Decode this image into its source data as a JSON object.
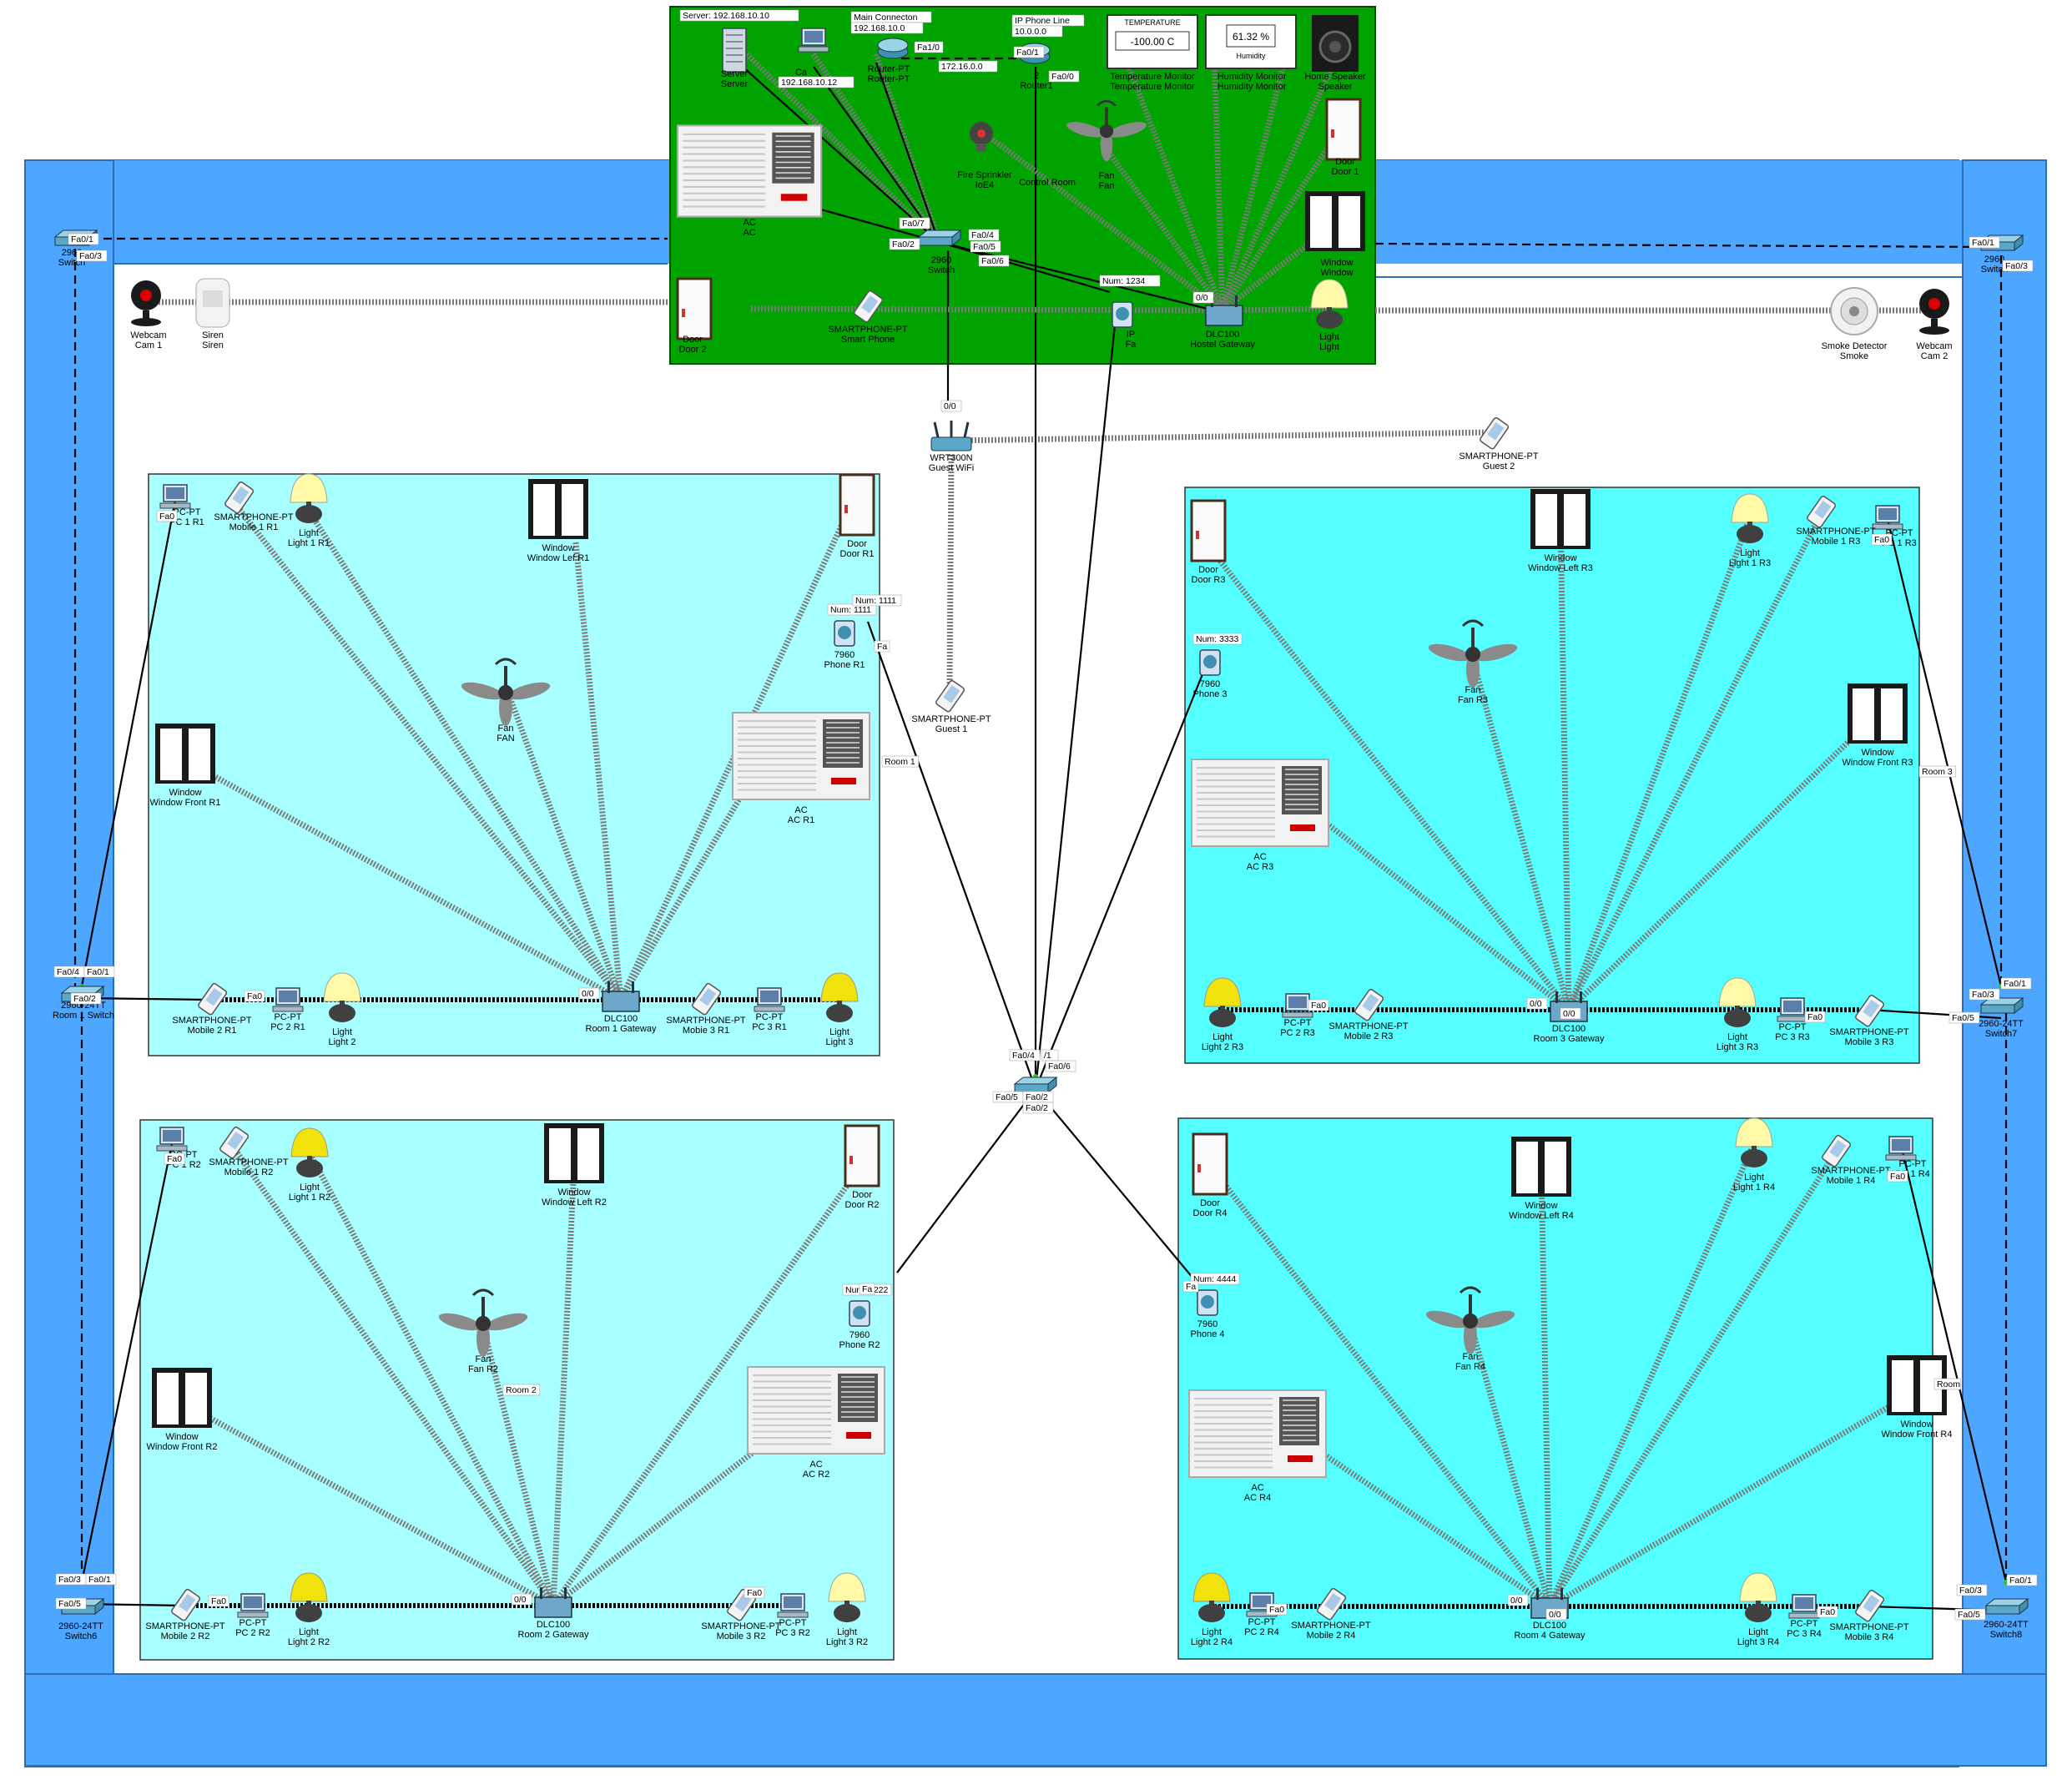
{
  "control_room": {
    "label": "Control Room",
    "server_note": "Server: 192.168.10.10",
    "main_conn_note": [
      "Main Connecton",
      "192.168.10.0"
    ],
    "ipphone_note": [
      "IP Phone Line",
      "10.0.0.0"
    ],
    "net_172": "172.16.0.0",
    "cam_ip": "192.168.10.12",
    "phone_num": "Num: 1234",
    "temperature": {
      "title": "TEMPERATURE",
      "value": "-100.00 C",
      "labels": [
        "Temperature Monitor",
        "Temperature Monitor"
      ]
    },
    "humidity": {
      "value": "61.32 %",
      "title": "Humidity",
      "labels": [
        "Humidity Monitor",
        "Humidity Monitor"
      ]
    },
    "speaker": [
      "Home Speaker",
      "Speaker"
    ],
    "server": [
      "Server",
      "Server"
    ],
    "camera_pc": [
      "Ca",
      "Ca"
    ],
    "router": [
      "Router-PT",
      "Router-PT"
    ],
    "router1": [
      "2",
      "Router1"
    ],
    "sprinkler": [
      "Fire Sprinkler",
      "IoE4"
    ],
    "fan": [
      "Fan",
      "Fan"
    ],
    "door": [
      "Door",
      "Door 1"
    ],
    "ac": [
      "AC",
      "AC"
    ],
    "window": [
      "Window",
      "Window"
    ],
    "switch": [
      "2960",
      "Switch"
    ],
    "gateway": [
      "DLC100",
      "Hostel Gateway"
    ],
    "phone": [
      "IP",
      "Fa"
    ],
    "smartphone": [
      "SMARTPHONE-PT",
      "Smart Phone"
    ],
    "door2": [
      "Door",
      "Door 2"
    ],
    "light": [
      "Light",
      "Light"
    ]
  },
  "ports": {
    "fa0": "Fa0",
    "fa01": "Fa0/1",
    "fa02": "Fa0/2",
    "fa03": "Fa0/3",
    "fa04": "Fa0/4",
    "fa05": "Fa0/5",
    "fa06": "Fa0/6",
    "fa07": "Fa0/7",
    "fa10": "Fa1/0",
    "fa00": "Fa0/0",
    "p00": "0/0",
    "fa": "Fa"
  },
  "outside": {
    "webcam1": [
      "Webcam",
      "Cam 1"
    ],
    "siren": [
      "Siren",
      "Siren"
    ],
    "smoke": [
      "Smoke Detector",
      "Smoke"
    ],
    "webcam2": [
      "Webcam",
      "Cam 2"
    ],
    "switch_l": [
      "2960",
      "Switch"
    ],
    "switch_r": [
      "2960",
      "Switch"
    ],
    "wifi": [
      "WRT300N",
      "Guest WiFi"
    ],
    "guest2": [
      "SMARTPHONE-PT",
      "Guest 2"
    ],
    "guest1": [
      "SMARTPHONE-PT",
      "Guest 1"
    ],
    "core_ports": [
      "Fa0/4",
      "/1",
      "Fa0/6",
      "Fa0/5",
      "Fa0/2",
      "Fa0/2"
    ]
  },
  "room1": {
    "tag": "Room 1",
    "pc1": [
      "PC-PT",
      "PC 1 R1"
    ],
    "mobile1": [
      "SMARTPHONE-PT",
      "Mobile 1 R1"
    ],
    "light1": [
      "Light",
      "Light 1 R1"
    ],
    "window_left": [
      "Window",
      "Window Lef R1"
    ],
    "door": [
      "Door",
      "Door R1"
    ],
    "phone": [
      "7960",
      "Phone R1"
    ],
    "phone_num": "Num: 1111",
    "fan": [
      "Fan",
      "FAN"
    ],
    "window_front": [
      "Window",
      "Window Front R1"
    ],
    "ac": [
      "AC",
      "AC R1"
    ],
    "mobile2": [
      "SMARTPHONE-PT",
      "Mobile 2 R1"
    ],
    "pc2": [
      "PC-PT",
      "PC 2 R1"
    ],
    "light2": [
      "Light",
      "Light 2"
    ],
    "gateway": [
      "DLC100",
      "Room 1 Gateway"
    ],
    "mobile3": [
      "SMARTPHONE-PT",
      "Mobie 3 R1"
    ],
    "pc3": [
      "PC-PT",
      "PC 3 R1"
    ],
    "light3": [
      "Light",
      "Light 3"
    ],
    "switch": [
      "2960-24TT",
      "Room 1 Switch"
    ]
  },
  "room2": {
    "tag": "Room 2",
    "pc1": [
      "PC-PT",
      "PC 1 R2"
    ],
    "mobile1": [
      "SMARTPHONE-PT",
      "Mobile 1 R2"
    ],
    "light1": [
      "Light",
      "Light 1 R2"
    ],
    "window_left": [
      "Window",
      "Window Left R2"
    ],
    "door": [
      "Door",
      "Door R2"
    ],
    "phone": [
      "7960",
      "Phone R2"
    ],
    "phone_num": "Num: 2222",
    "fan": [
      "Fan",
      "Fan R2"
    ],
    "window_front": [
      "Window",
      "Window Front R2"
    ],
    "ac": [
      "AC",
      "AC R2"
    ],
    "mobile2": [
      "SMARTPHONE-PT",
      "Mobile 2 R2"
    ],
    "pc2": [
      "PC-PT",
      "PC 2 R2"
    ],
    "light2": [
      "Light",
      "Light 2 R2"
    ],
    "gateway": [
      "DLC100",
      "Room 2 Gateway"
    ],
    "mobile3": [
      "SMARTPHONE-PT",
      "Mobile 3 R2"
    ],
    "pc3": [
      "PC-PT",
      "PC 3 R2"
    ],
    "light3": [
      "Light",
      "Light 3 R2"
    ],
    "switch": [
      "2960-24TT",
      "Switch6"
    ]
  },
  "room3": {
    "tag": "Room 3",
    "door": [
      "Door",
      "Door R3"
    ],
    "window_left": [
      "Window",
      "Window Left R3"
    ],
    "light1": [
      "Light",
      "Light 1 R3"
    ],
    "mobile1": [
      "SMARTPHONE-PT",
      "Mobile 1 R3"
    ],
    "pc1": [
      "PC-PT",
      "PC 1 R3"
    ],
    "phone": [
      "7960",
      "Phone 3"
    ],
    "phone_num": "Num: 3333",
    "fan": [
      "Fan",
      "Fan R3"
    ],
    "window_front": [
      "Window",
      "Window Front R3"
    ],
    "ac": [
      "AC",
      "AC R3"
    ],
    "light2": [
      "Light",
      "Light 2 R3"
    ],
    "pc2": [
      "PC-PT",
      "PC 2 R3"
    ],
    "mobile2": [
      "SMARTPHONE-PT",
      "Mobile 2 R3"
    ],
    "gateway": [
      "DLC100",
      "Room 3 Gateway"
    ],
    "light3": [
      "Light",
      "Light 3 R3"
    ],
    "pc3": [
      "PC-PT",
      "PC 3 R3"
    ],
    "mobile3": [
      "SMARTPHONE-PT",
      "Mobile 3 R3"
    ],
    "switch": [
      "2960-24TT",
      "Switch7"
    ]
  },
  "room4": {
    "tag": "Room",
    "door": [
      "Door",
      "Door R4"
    ],
    "window_left": [
      "Window",
      "Window Left R4"
    ],
    "light1": [
      "Light",
      "Light 1 R4"
    ],
    "mobile1": [
      "SMARTPHONE-PT",
      "Mobile 1 R4"
    ],
    "pc1": [
      "PC-PT",
      "PC 1 R4"
    ],
    "phone": [
      "7960",
      "Phone 4"
    ],
    "phone_num": "Num: 4444",
    "fan": [
      "Fan",
      "Fan R4"
    ],
    "window_front": [
      "Window",
      "Window Front R4"
    ],
    "ac": [
      "AC",
      "AC R4"
    ],
    "light2": [
      "Light",
      "Light 2 R4"
    ],
    "pc2": [
      "PC-PT",
      "PC 2 R4"
    ],
    "mobile2": [
      "SMARTPHONE-PT",
      "Mobile 2 R4"
    ],
    "gateway": [
      "DLC100",
      "Room 4 Gateway"
    ],
    "light3": [
      "Light",
      "Light 3 R4"
    ],
    "pc3": [
      "PC-PT",
      "PC 3 R4"
    ],
    "mobile3": [
      "SMARTPHONE-PT",
      "Mobile 3 R4"
    ],
    "switch": [
      "2960-24TT",
      "Switch8"
    ]
  },
  "colors": {
    "building": "#4da6ff",
    "control": "#00a300",
    "room1": "#a8ffff",
    "room2": "#a8ffff",
    "room3": "#55ffff",
    "room4": "#55ffff",
    "cable": "#000000",
    "wireless": "#555555"
  }
}
